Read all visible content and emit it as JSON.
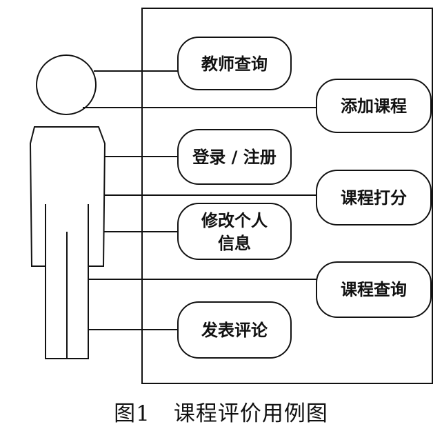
{
  "use_cases": {
    "teacher_query": [
      "教师查询"
    ],
    "add_course": [
      "添加课程"
    ],
    "login_register": [
      "登录 / 注册"
    ],
    "course_rating": [
      "课程打分"
    ],
    "edit_personal_info": [
      "修改个人",
      "信息"
    ],
    "course_query": [
      "课程查询"
    ],
    "post_comment": [
      "发表评论"
    ]
  },
  "caption": {
    "figure_number": "图1",
    "title": "课程评价用例图"
  },
  "colors": {
    "stroke": "#111111",
    "background": "#ffffff"
  }
}
